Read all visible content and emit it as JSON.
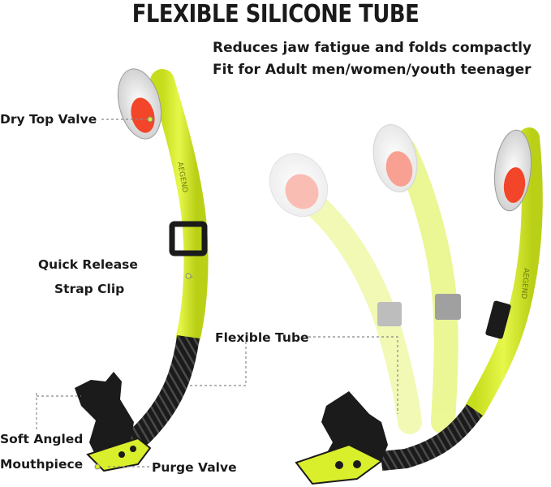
{
  "title": "FLEXIBLE SILICONE TUBE",
  "subtitle_lines": [
    "Reduces jaw fatigue and folds compactly",
    "Fit for Adult men/women/youth teenager"
  ],
  "callouts": {
    "dry_top_valve": "Dry Top Valve",
    "quick_release_line1": "Quick Release",
    "quick_release_line2": "Strap Clip",
    "flexible_tube": "Flexible Tube",
    "soft_angled_line1": "Soft Angled",
    "soft_angled_line2": "Mouthpiece",
    "purge_valve": "Purge Valve"
  },
  "brand_mark": "AEGEND",
  "colors": {
    "tube_yellow": "#d9ef2b",
    "tube_shadow": "#b8cf1a",
    "corrugated_black": "#1b1b1b",
    "valve_orange": "#f2452a",
    "leader_gray": "#888888"
  }
}
